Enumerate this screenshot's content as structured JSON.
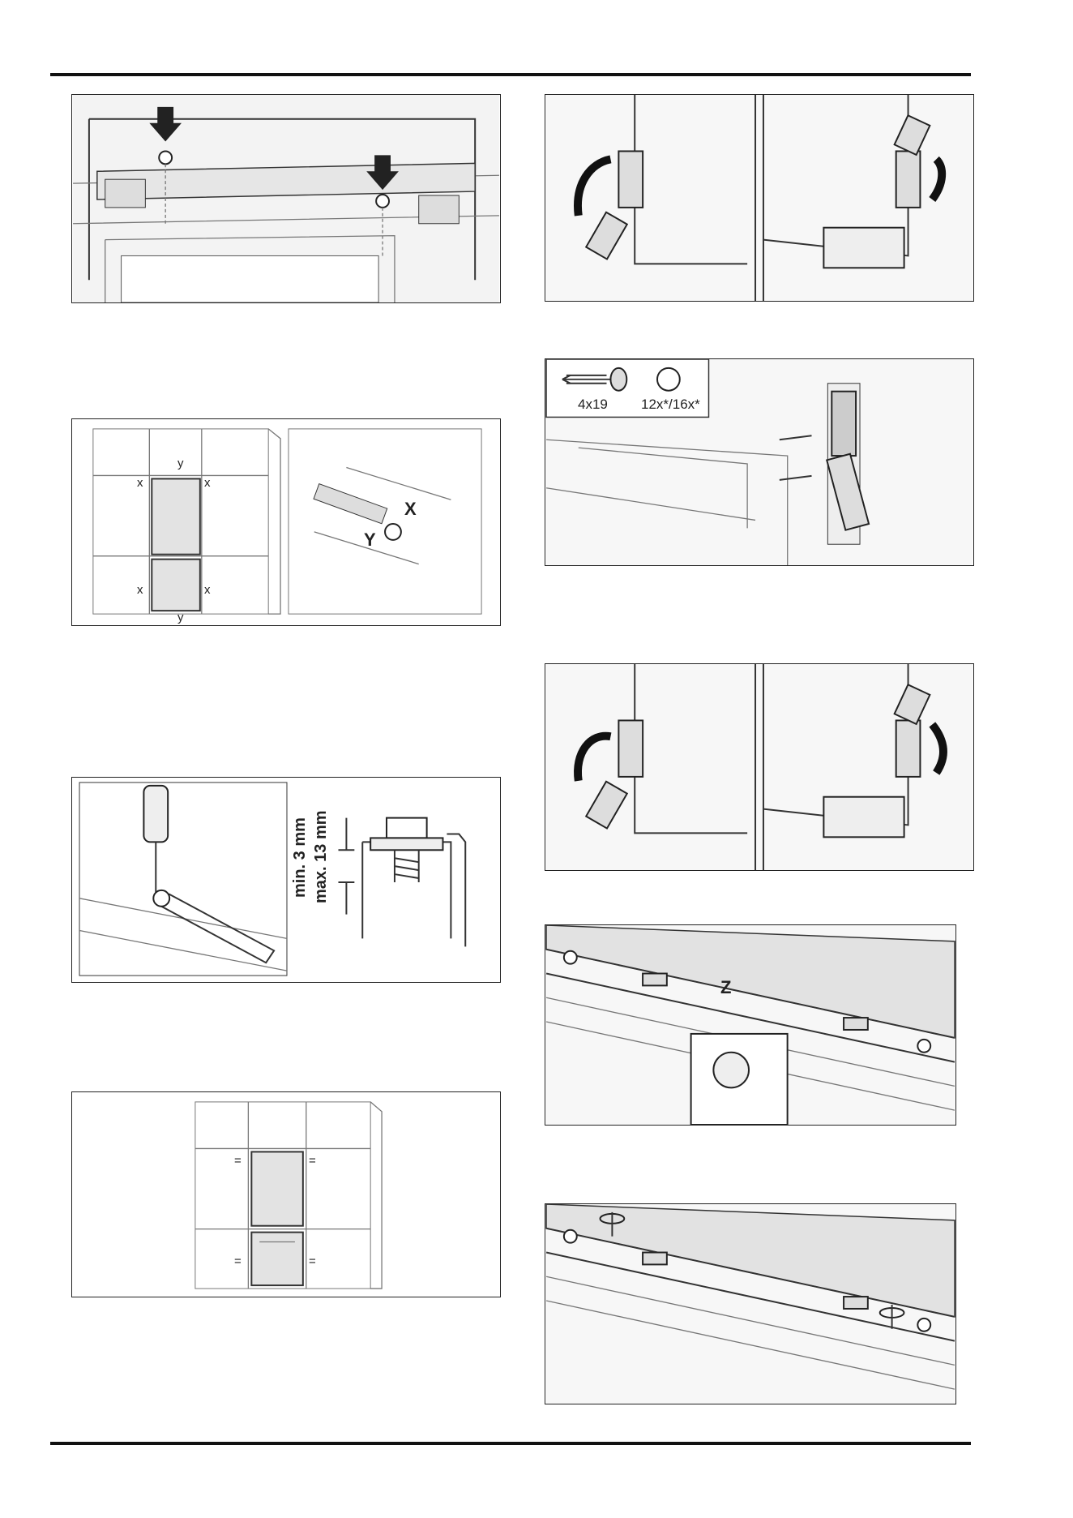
{
  "figures": {
    "screw": {
      "size": "4x19",
      "bit": "12x*/16x*"
    },
    "gap": {
      "x": "x",
      "y": "y",
      "X": "X",
      "Y": "Y"
    },
    "adjust": {
      "min": "min. 3 mm",
      "max": "max. 13 mm"
    },
    "equal": {
      "mark": "="
    },
    "plinth": {
      "z": "Z"
    }
  }
}
